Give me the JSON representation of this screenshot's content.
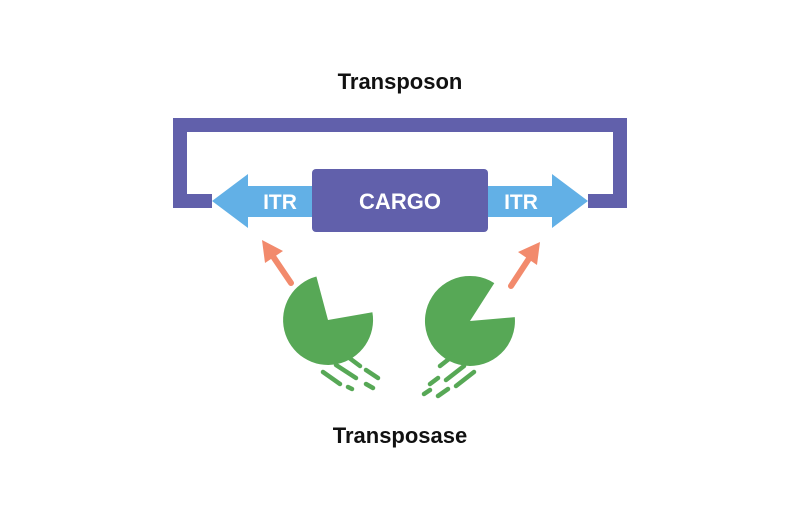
{
  "diagram": {
    "top_label": "Transposon",
    "bottom_label": "Transposase",
    "left_itr_label": "ITR",
    "cargo_label": "CARGO",
    "right_itr_label": "ITR"
  },
  "colors": {
    "loop": "#6160ab",
    "cargo": "#6160ab",
    "itr": "#62b0e6",
    "enzyme": "#57a856",
    "arrow": "#f28a6c",
    "text": "#111111",
    "label_on_shape": "#ffffff"
  },
  "icons": {
    "enzyme": "pacman-icon",
    "motion": "motion-lines-icon",
    "pointer": "arrow-up-icon"
  }
}
